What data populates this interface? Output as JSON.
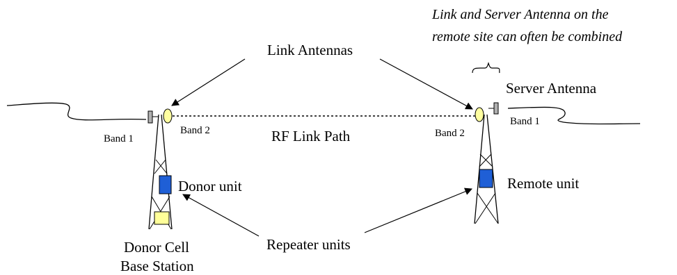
{
  "note": {
    "line1": "Link and Server Antenna on the",
    "line2": "remote site can often be combined"
  },
  "labels": {
    "link_antennas": "Link Antennas",
    "server_antenna": "Server Antenna",
    "rf_link_path": "RF Link Path",
    "repeater_units": "Repeater units",
    "donor_unit": "Donor unit",
    "remote_unit": "Remote unit",
    "donor_cell_line1": "Donor Cell",
    "donor_cell_line2": "Base Station",
    "left_band1": "Band 1",
    "left_band2": "Band 2",
    "right_band2": "Band 2",
    "right_band1": "Band 1"
  },
  "colors": {
    "unit_blue": "#1f5fd6",
    "base_yellow": "#ffff99",
    "antenna_yellow": "#ffffa0",
    "line": "#000000"
  }
}
